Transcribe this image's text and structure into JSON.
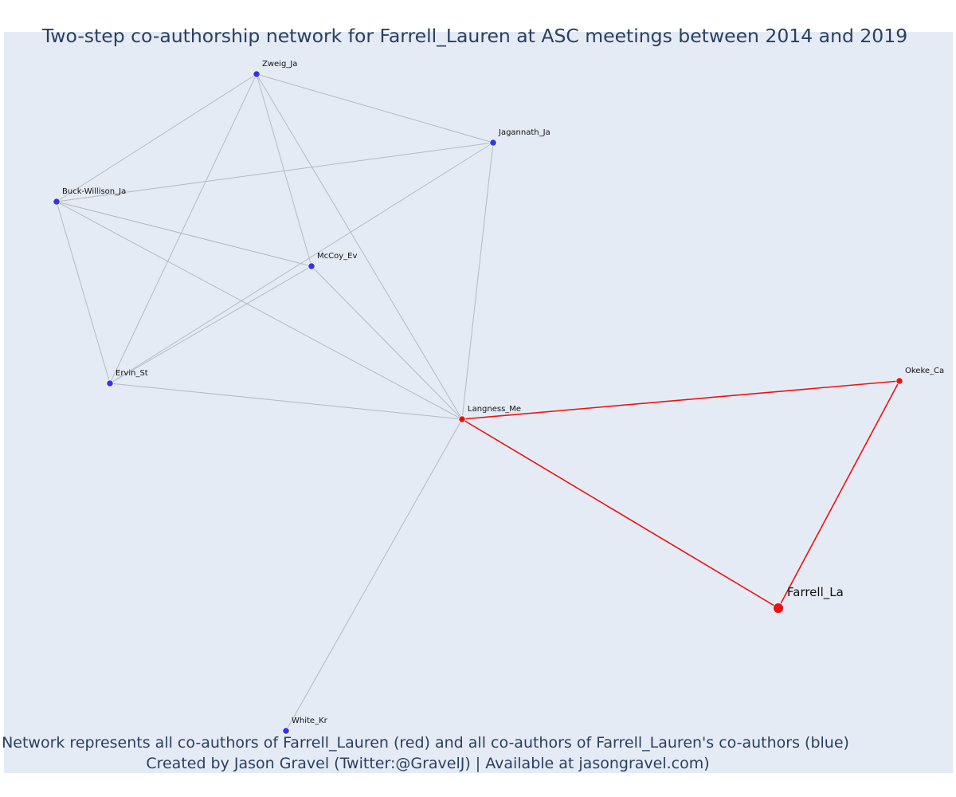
{
  "title": "Two-step co-authorship network for Farrell_Lauren at ASC meetings between 2014 and 2019",
  "footer": {
    "line1": "Network represents all co-authors of Farrell_Lauren (red) and all co-authors of Farrell_Lauren's co-authors (blue)",
    "line2": "Created by Jason Gravel (Twitter:@GravelJ) | Available at jasongravel.com)"
  },
  "colors": {
    "background": "#e5ebf5",
    "coauthor_red": "#ee1111",
    "second_step_blue": "#3333ee",
    "edge_grey": "#b4b9c3",
    "title_text": "#2a3f5f"
  },
  "nodes": [
    {
      "id": "Zweig_Ja",
      "label": "Zweig_Ja",
      "group": "second-step"
    },
    {
      "id": "Jagannath_Ja",
      "label": "Jagannath_Ja",
      "group": "second-step"
    },
    {
      "id": "Buck-Willison_Ja",
      "label": "Buck-Willison_Ja",
      "group": "second-step"
    },
    {
      "id": "McCoy_Ev",
      "label": "McCoy_Ev",
      "group": "second-step"
    },
    {
      "id": "Ervin_St",
      "label": "Ervin_St",
      "group": "second-step"
    },
    {
      "id": "Langness_Me",
      "label": "Langness_Me",
      "group": "coauthor"
    },
    {
      "id": "Okeke_Ca",
      "label": "Okeke_Ca",
      "group": "coauthor"
    },
    {
      "id": "Farrell_La",
      "label": "Farrell_La",
      "group": "ego"
    },
    {
      "id": "White_Kr",
      "label": "White_Kr",
      "group": "second-step"
    }
  ],
  "edges": [
    {
      "source": "Zweig_Ja",
      "target": "Jagannath_Ja",
      "type": "grey"
    },
    {
      "source": "Zweig_Ja",
      "target": "Buck-Willison_Ja",
      "type": "grey"
    },
    {
      "source": "Zweig_Ja",
      "target": "McCoy_Ev",
      "type": "grey"
    },
    {
      "source": "Zweig_Ja",
      "target": "Ervin_St",
      "type": "grey"
    },
    {
      "source": "Zweig_Ja",
      "target": "Langness_Me",
      "type": "grey"
    },
    {
      "source": "Jagannath_Ja",
      "target": "Buck-Willison_Ja",
      "type": "grey"
    },
    {
      "source": "Jagannath_Ja",
      "target": "Ervin_St",
      "type": "grey"
    },
    {
      "source": "Jagannath_Ja",
      "target": "Langness_Me",
      "type": "grey"
    },
    {
      "source": "Buck-Willison_Ja",
      "target": "McCoy_Ev",
      "type": "grey"
    },
    {
      "source": "Buck-Willison_Ja",
      "target": "Ervin_St",
      "type": "grey"
    },
    {
      "source": "Buck-Willison_Ja",
      "target": "Langness_Me",
      "type": "grey"
    },
    {
      "source": "McCoy_Ev",
      "target": "Ervin_St",
      "type": "grey"
    },
    {
      "source": "McCoy_Ev",
      "target": "Langness_Me",
      "type": "grey"
    },
    {
      "source": "Ervin_St",
      "target": "Langness_Me",
      "type": "grey"
    },
    {
      "source": "White_Kr",
      "target": "Langness_Me",
      "type": "grey"
    },
    {
      "source": "Langness_Me",
      "target": "Okeke_Ca",
      "type": "red"
    },
    {
      "source": "Langness_Me",
      "target": "Farrell_La",
      "type": "red"
    },
    {
      "source": "Okeke_Ca",
      "target": "Farrell_La",
      "type": "red"
    }
  ]
}
